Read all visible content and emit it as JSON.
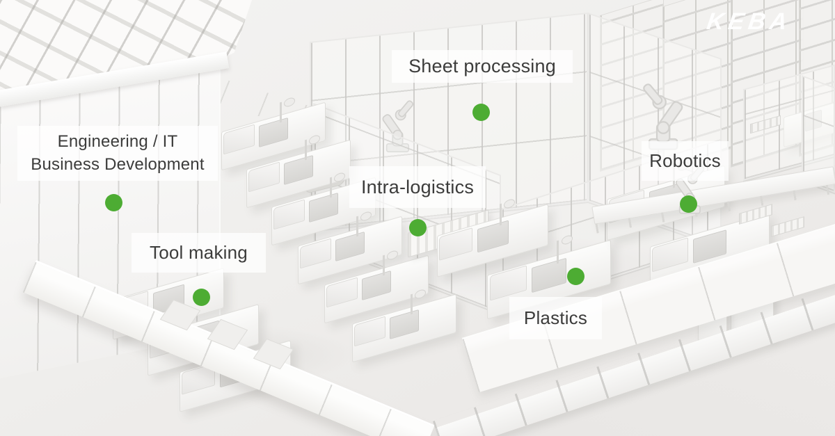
{
  "logo": {
    "text": "KEBA"
  },
  "colors": {
    "marker_green": "#4dac33",
    "label_bg": "rgba(255,255,255,0.74)",
    "label_text": "#3c3c3b"
  },
  "areas": [
    {
      "id": "sheet-processing",
      "lines": [
        "Sheet processing"
      ]
    },
    {
      "id": "engineering-it",
      "lines": [
        "Engineering / IT",
        "Business Development"
      ]
    },
    {
      "id": "intra-logistics",
      "lines": [
        "Intra-logistics"
      ]
    },
    {
      "id": "robotics",
      "lines": [
        "Robotics"
      ]
    },
    {
      "id": "tool-making",
      "lines": [
        "Tool making"
      ]
    },
    {
      "id": "plastics",
      "lines": [
        "Plastics"
      ]
    }
  ]
}
